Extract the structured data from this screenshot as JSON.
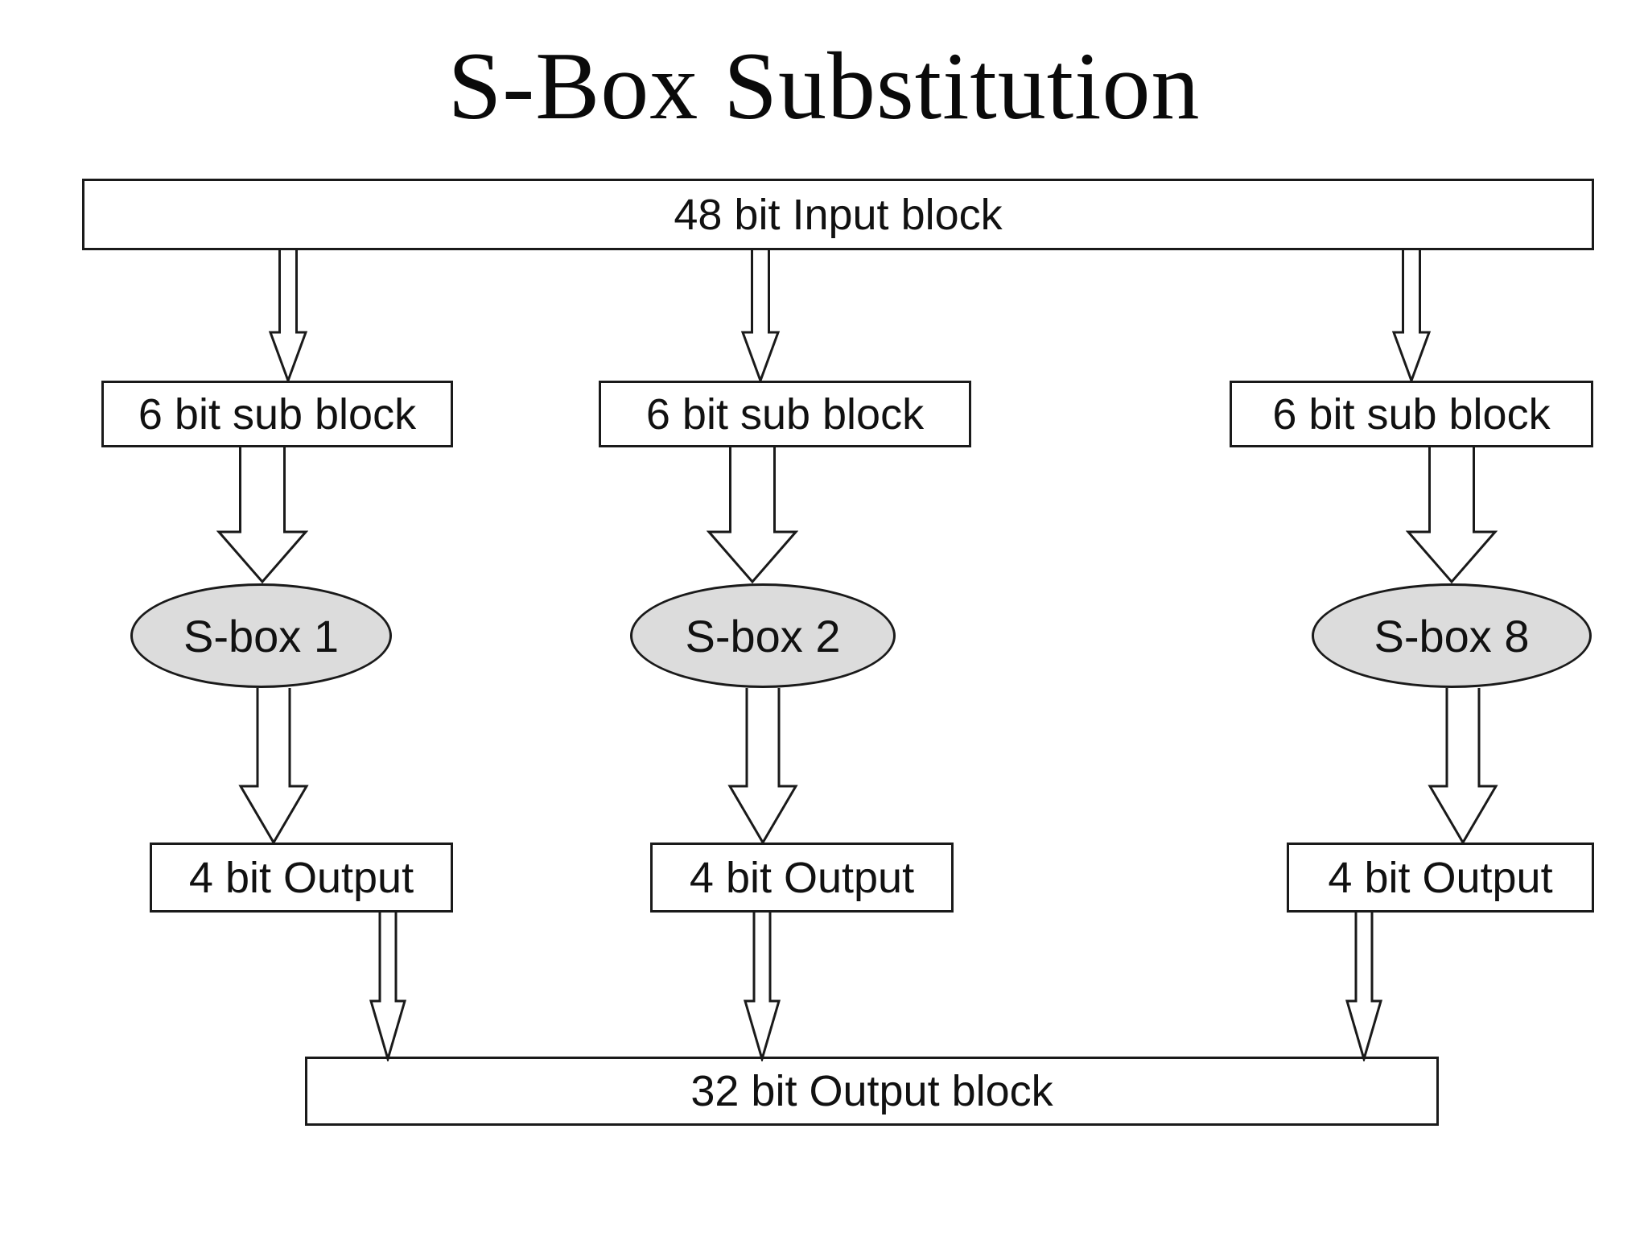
{
  "title": "S-Box Substitution",
  "diagram": {
    "input_block": {
      "label": "48 bit Input block"
    },
    "columns": [
      {
        "sub_block": "6 bit sub block",
        "sbox": "S-box 1",
        "output": "4 bit Output"
      },
      {
        "sub_block": "6 bit sub block",
        "sbox": "S-box 2",
        "output": "4 bit Output"
      },
      {
        "sub_block": "6 bit sub block",
        "sbox": "S-box 8",
        "output": "4 bit Output"
      }
    ],
    "output_block": {
      "label": "32 bit Output block"
    }
  },
  "colors": {
    "background": "#ffffff",
    "stroke": "#1a1a1a",
    "ellipse_fill": "#dcdcdc",
    "text": "#111111"
  }
}
